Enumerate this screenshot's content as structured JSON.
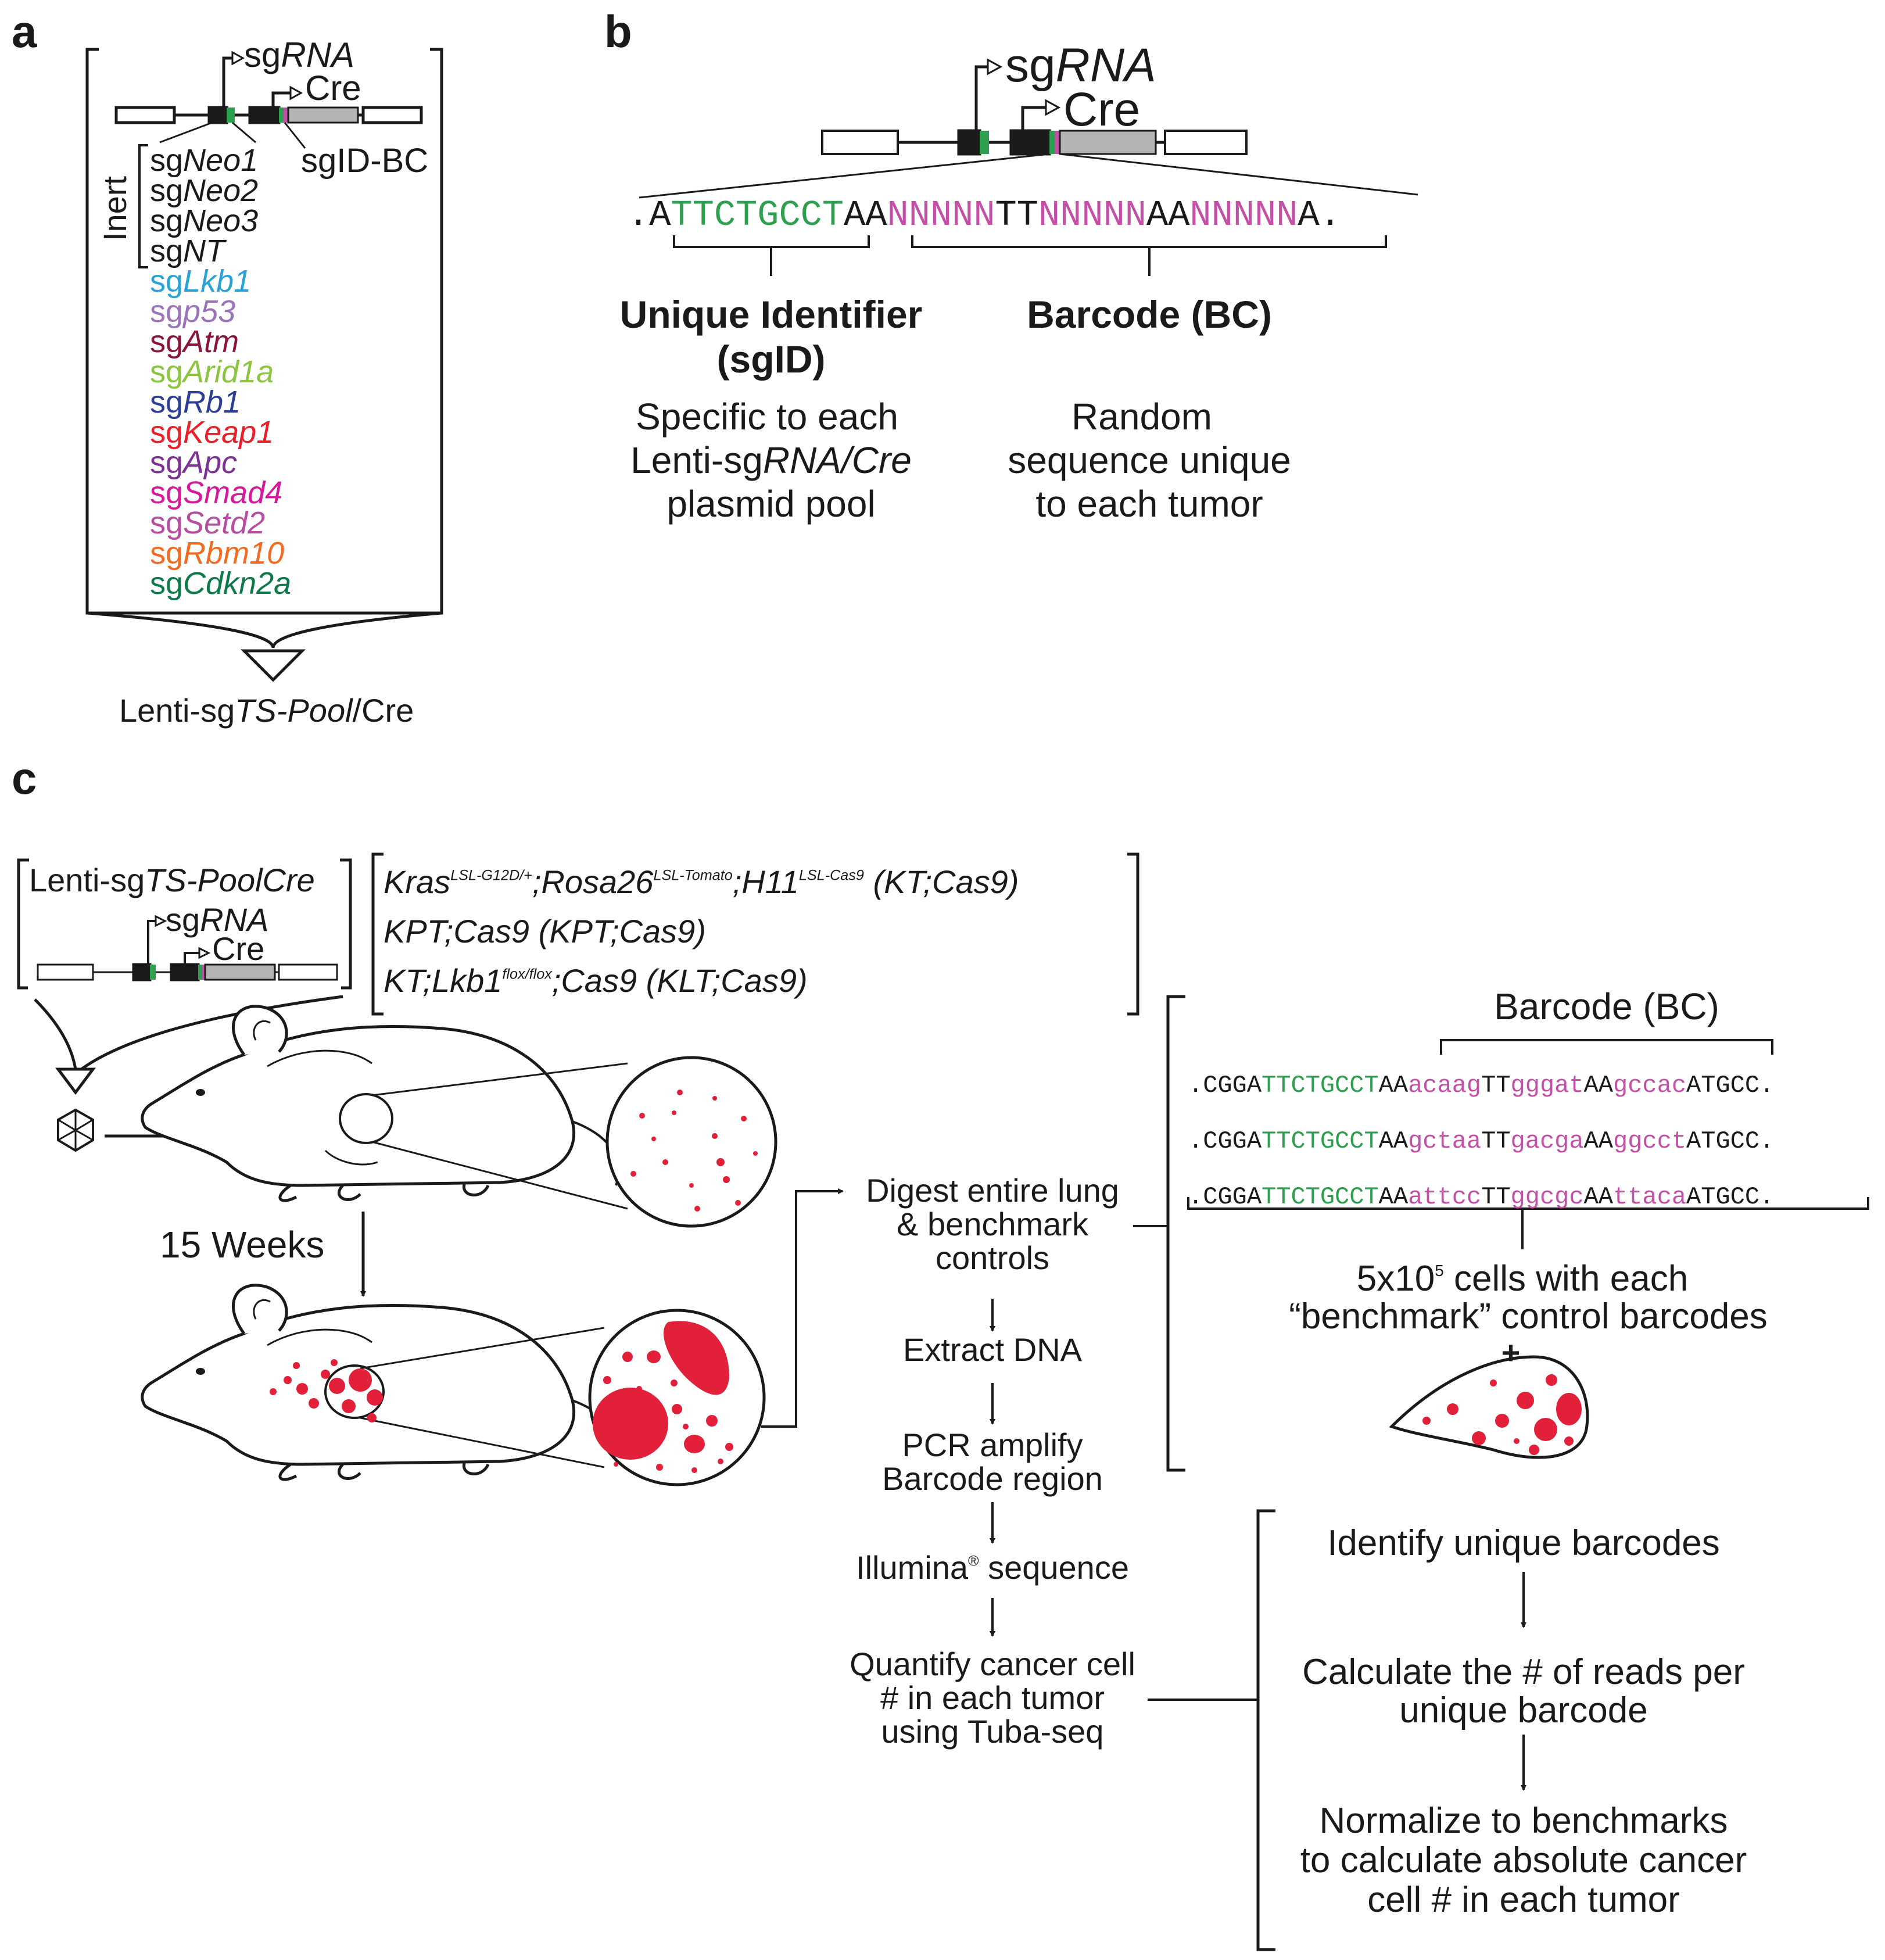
{
  "colors": {
    "black": "#1a1a1a",
    "green": "#2e9e4f",
    "magenta": "#c44fa7",
    "tumor_red": "#e3203a",
    "grey_bar": "#b4b4b4"
  },
  "panel_a": {
    "label": "a",
    "sgRNA_prefix": "sg",
    "sgRNA_italic": "RNA",
    "cre": "Cre",
    "sgid_bc": "sgID-BC",
    "inert_label": "Inert",
    "inert_guides": [
      {
        "prefix": "sg",
        "gene": "Neo1"
      },
      {
        "prefix": "sg",
        "gene": "Neo2"
      },
      {
        "prefix": "sg",
        "gene": "Neo3"
      },
      {
        "prefix": "sg",
        "gene": "NT"
      }
    ],
    "guides": [
      {
        "prefix": "sg",
        "gene": "Lkb1",
        "color": "#29a3d6"
      },
      {
        "prefix": "sg",
        "gene": "p53",
        "color": "#9a73b8"
      },
      {
        "prefix": "sg",
        "gene": "Atm",
        "color": "#8a1538"
      },
      {
        "prefix": "sg",
        "gene": "Arid1a",
        "color": "#8cc63f"
      },
      {
        "prefix": "sg",
        "gene": "Rb1",
        "color": "#2c3e95"
      },
      {
        "prefix": "sg",
        "gene": "Keap1",
        "color": "#e8202a"
      },
      {
        "prefix": "sg",
        "gene": "Apc",
        "color": "#7b3294"
      },
      {
        "prefix": "sg",
        "gene": "Smad4",
        "color": "#d6189a"
      },
      {
        "prefix": "sg",
        "gene": "Setd2",
        "color": "#b64da0"
      },
      {
        "prefix": "sg",
        "gene": "Rbm10",
        "color": "#f26b21"
      },
      {
        "prefix": "sg",
        "gene": "Cdkn2a",
        "color": "#0d7a4a"
      }
    ],
    "pool_prefix": "Lenti-sg",
    "pool_italic": "TS-Pool",
    "pool_suffix": "/Cre"
  },
  "panel_b": {
    "label": "b",
    "sgRNA_prefix": "sg",
    "sgRNA_italic": "RNA",
    "cre": "Cre",
    "seq": {
      "lead": ".A",
      "sgid": "TTCTGCCT",
      "aa1": "AA",
      "n1": "NNNNN",
      "tt": "TT",
      "n2": "NNNNN",
      "aa2": "AA",
      "n3": "NNNNN",
      "tail": "A."
    },
    "uid_title_1": "Unique Identifier",
    "uid_title_2": "(sgID)",
    "uid_desc_1": "Specific to each",
    "uid_desc_2_prefix": "Lenti-sg",
    "uid_desc_2_italic": "RNA/Cre",
    "uid_desc_3": "plasmid pool",
    "bc_title": "Barcode (BC)",
    "bc_desc_1": "Random",
    "bc_desc_2": "sequence unique",
    "bc_desc_3": "to each tumor"
  },
  "panel_c": {
    "label": "c",
    "pool_prefix": "Lenti-sg",
    "pool_italic": "TS-PoolCre",
    "sgRNA_prefix": "sg",
    "sgRNA_italic": "RNA",
    "cre": "Cre",
    "geno1": {
      "kras": "Kras",
      "kras_sup": "LSL-G12D/+",
      "rosa": ";Rosa26",
      "rosa_sup": "LSL-Tomato",
      "h11": ";H11",
      "h11_sup": "LSL-Cas9",
      "abbr": " (KT;Cas9)"
    },
    "geno2": "KPT;Cas9 (KPT;Cas9)",
    "geno3": {
      "pre": "KT;Lkb1",
      "sup": "flox/flox",
      "post": ";Cas9 (KLT;Cas9)"
    },
    "weeks": "15 Weeks",
    "steps": {
      "digest_1": "Digest entire lung",
      "digest_2": "& benchmark",
      "digest_3": "controls",
      "extract": "Extract DNA",
      "pcr_1": "PCR amplify",
      "pcr_2": "Barcode region",
      "illumina": "Illumina",
      "illumina_reg": "®",
      "illumina_suffix": " sequence",
      "quant_1": "Quantify cancer cell",
      "quant_2": "# in each tumor",
      "quant_3": "using Tuba-seq"
    },
    "barcode_title": "Barcode (BC)",
    "barcode_rows": [
      {
        "pre": ".CGGA",
        "g": "TTCTGCCT",
        "aa1": "AA",
        "b1": "acaag",
        "tt": "TT",
        "b2": "gggat",
        "aa2": "AA",
        "b3": "gccac",
        "post": "ATGCC."
      },
      {
        "pre": ".CGGA",
        "g": "TTCTGCCT",
        "aa1": "AA",
        "b1": "gctaa",
        "tt": "TT",
        "b2": "gacga",
        "aa2": "AA",
        "b3": "ggcct",
        "post": "ATGCC."
      },
      {
        "pre": ".CGGA",
        "g": "TTCTGCCT",
        "aa1": "AA",
        "b1": "attcc",
        "tt": "TT",
        "b2": "ggcgc",
        "aa2": "AA",
        "b3": "ttaca",
        "post": "ATGCC."
      }
    ],
    "benchmark_1_pre": "5x10",
    "benchmark_1_sup": "5",
    "benchmark_1_post": " cells with each",
    "benchmark_2": "“benchmark” control barcodes",
    "plus": "+",
    "analysis": {
      "a1": "Identify unique barcodes",
      "a2_1": "Calculate the # of reads per",
      "a2_2": "unique barcode",
      "a3_1": "Normalize to benchmarks",
      "a3_2": "to calculate absolute cancer",
      "a3_3": "cell # in each tumor"
    }
  }
}
